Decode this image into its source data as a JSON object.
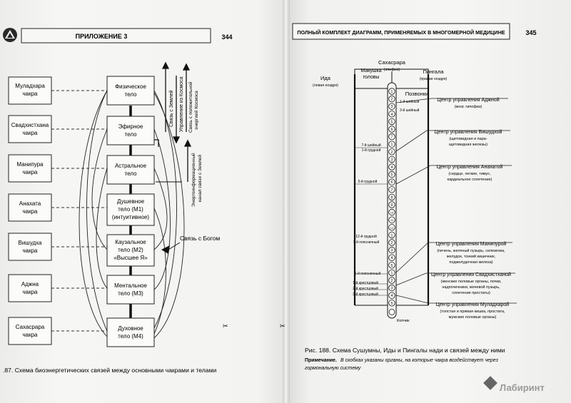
{
  "left_page": {
    "header_title": "ПРИЛОЖЕНИЕ 3",
    "page_number": "344",
    "chakras": [
      "Муладхара",
      "чакра",
      "Свадхистхана",
      "чакра",
      "Манипура",
      "чакра",
      "Анахата",
      "чакра",
      "Вишудха",
      "чакра",
      "Аджна",
      "чакра",
      "Сахасрара",
      "чакра"
    ],
    "bodies": [
      [
        "Физическое",
        "тело"
      ],
      [
        "Эфирное",
        "тело"
      ],
      [
        "Астральное",
        "тело"
      ],
      [
        "Душевное",
        "тело (М1)",
        "(интуитивное)"
      ],
      [
        "Каузальное",
        "тело (М2)",
        "«Высшее Я»"
      ],
      [
        "Ментальное",
        "тело (М3)"
      ],
      [
        "Духовное",
        "тело (М4)"
      ]
    ],
    "vertical_labels": [
      "Связь с Землей",
      "Управление из Космоса",
      "Связь с положительной",
      "энергией Космоса",
      "Энергоинформационный",
      "канал связи с Землей"
    ],
    "god_link": "Связь с Богом",
    "caption": ".87. Схема биоэнергетических связей между основными чакрами и телами"
  },
  "right_page": {
    "header_title": "ПОЛНЫЙ КОМПЛЕКТ ДИАГРАММ, ПРИМЕНЯЕМЫХ В МНОГОМЕРНОЙ МЕДИЦИНЕ",
    "page_number": "345",
    "top": {
      "sahasrara": "Сахасрара",
      "epiphysis": "(эпифиз)",
      "crown": "Макушка",
      "head": "головы",
      "ida": "Ида",
      "ida_sub": "(левая ноздря)",
      "pingala": "Пингала",
      "pingala_sub": "(правая ноздря)"
    },
    "vertebrae_title": "Позвонки",
    "vertebra_numbers": [
      "1",
      "2",
      "3",
      "4",
      "5",
      "6",
      "7",
      "1",
      "2",
      "3",
      "4",
      "5",
      "6",
      "7",
      "8",
      "9",
      "10",
      "11",
      "12",
      "1",
      "2",
      "3",
      "4",
      "5",
      "1",
      "2",
      "3",
      "4",
      "5"
    ],
    "spine_labels": [
      "1-й шейный",
      "3-й шейный",
      "7-й шейный",
      "1-й грудной",
      "5-й грудной",
      "12-й грудной",
      "1-й поясничный",
      "5-й поясничный",
      "1-й крестцовый",
      "2-й крестцовый",
      "3-й крестцовый"
    ],
    "coccyx": "Копчик",
    "centers": [
      {
        "title": "Центр управления Аджной",
        "desc": [
          "(мозг, гипофиз)"
        ]
      },
      {
        "title": "Центр управления Вишудхой",
        "desc": [
          "(щитовидная и пара-",
          "щитовидная железы)"
        ]
      },
      {
        "title": "Центр управления Анахатой",
        "desc": [
          "(сердце, легкие, тимус,",
          "кардиальное сплетение)"
        ]
      },
      {
        "title": "Центр управления Манипурой",
        "desc": [
          "(печень, желчный пузырь, селезенка,",
          "желудок, тонкий кишечник,",
          "поджелудочная железа)"
        ]
      },
      {
        "title": "Центр управления Свадхистханой",
        "desc": [
          "(женские половые органы, почки,",
          "надпочечники, мочевой пузырь,",
          "сплетение простаты)"
        ]
      },
      {
        "title": "Центр управления Муладхарой",
        "desc": [
          "(толстая и прямая кишка, простата,",
          "мужские половые органы)"
        ]
      }
    ],
    "caption": "Рис. 188. Схема Сушумны, Иды и Пингалы нади и связей между ними",
    "note_label": "Примечание.",
    "note_text_1": "В скобках указаны органы, на которые чакра воздействует через",
    "note_text_2": "гормональную систему",
    "watermark": "Лабиринт"
  }
}
